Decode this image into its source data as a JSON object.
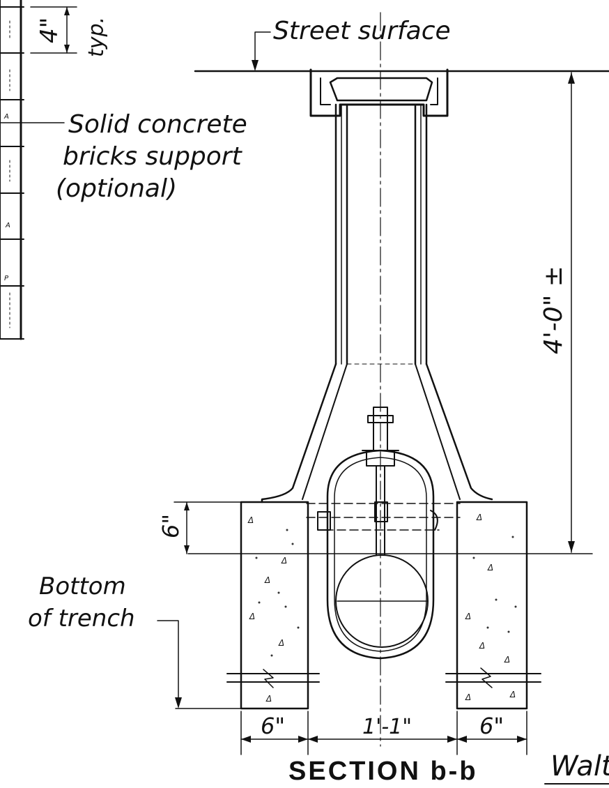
{
  "labels": {
    "street_surface": "Street surface",
    "support_line1": "Solid concrete",
    "support_line2": "bricks support",
    "support_line3": "(optional)",
    "bottom_line1": "Bottom",
    "bottom_line2": "of trench",
    "section_title": "SECTION b-b",
    "signature": "Walt"
  },
  "dimensions": {
    "brick_height": "4\"",
    "brick_height_note": "typ.",
    "depth": "4'-0\" ±",
    "footing_top": "6\"",
    "left_footing_width": "6\"",
    "center_width": "1'-1\"",
    "right_footing_width": "6\""
  },
  "colors": {
    "ink": "#111111",
    "paper": "#ffffff",
    "speckle": "#333333"
  }
}
